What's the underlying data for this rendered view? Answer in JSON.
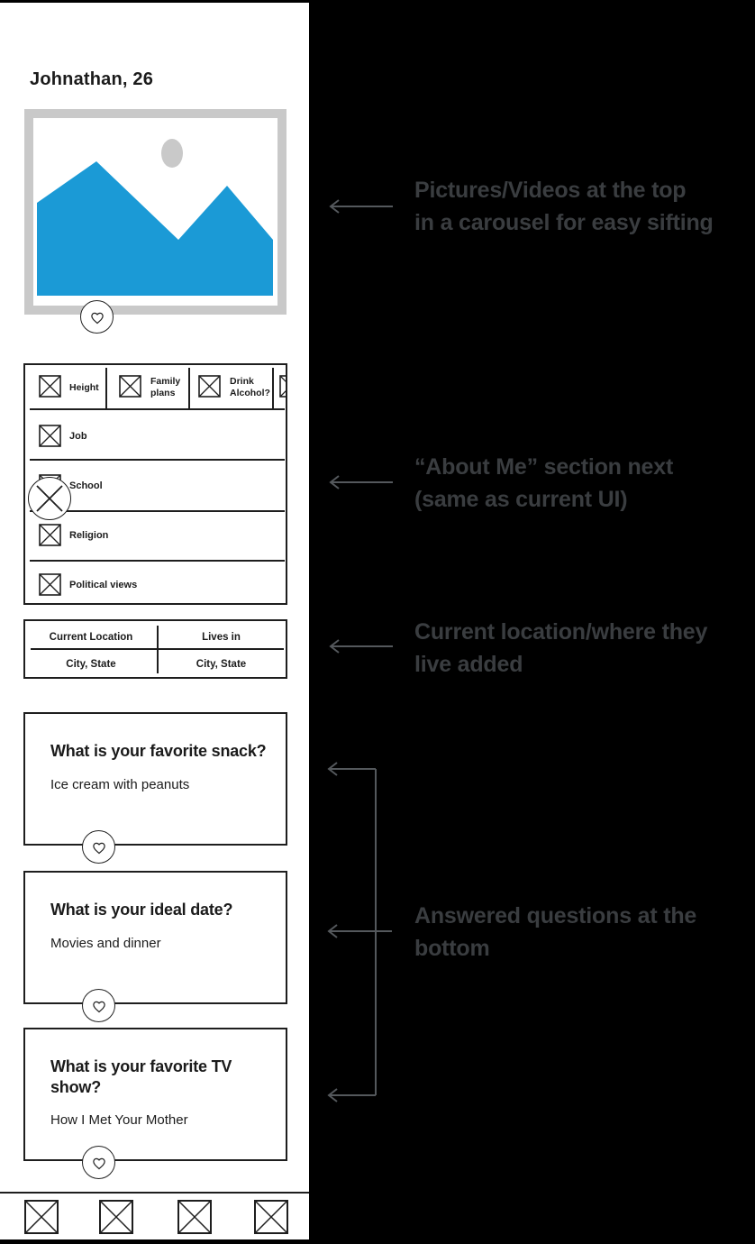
{
  "colors": {
    "background": "#000000",
    "phone_bg": "#ffffff",
    "ink": "#1e1e1e",
    "image_frame_gray": "#c9c9c9",
    "image_blue": "#1b9ad6",
    "annotation_text": "#3a3d40",
    "annotation_arrow": "#54585c"
  },
  "profile": {
    "name_age": "Johnathan, 26"
  },
  "about": {
    "chips": [
      {
        "label": "Height"
      },
      {
        "label": "Family plans"
      },
      {
        "label": "Drink Alcohol?"
      }
    ],
    "rows": [
      {
        "label": "Job"
      },
      {
        "label": "School"
      },
      {
        "label": "Religion"
      },
      {
        "label": "Political views"
      }
    ]
  },
  "location": {
    "columns": [
      {
        "header": "Current Location",
        "value": "City, State"
      },
      {
        "header": "Lives in",
        "value": "City, State"
      }
    ]
  },
  "questions": [
    {
      "question": "What is your favorite snack?",
      "answer": "Ice cream with peanuts"
    },
    {
      "question": "What is your ideal date?",
      "answer": "Movies and dinner"
    },
    {
      "question": "What is your favorite TV show?",
      "answer": "How I Met Your Mother"
    }
  ],
  "annotations": [
    {
      "lines": [
        "Pictures/Videos at the top",
        "in a carousel for easy sifting"
      ]
    },
    {
      "lines": [
        "“About Me” section next",
        "(same as current UI)"
      ]
    },
    {
      "lines": [
        "Current location/where they",
        "live added"
      ]
    },
    {
      "lines": [
        "Answered questions at the",
        "bottom"
      ]
    }
  ]
}
